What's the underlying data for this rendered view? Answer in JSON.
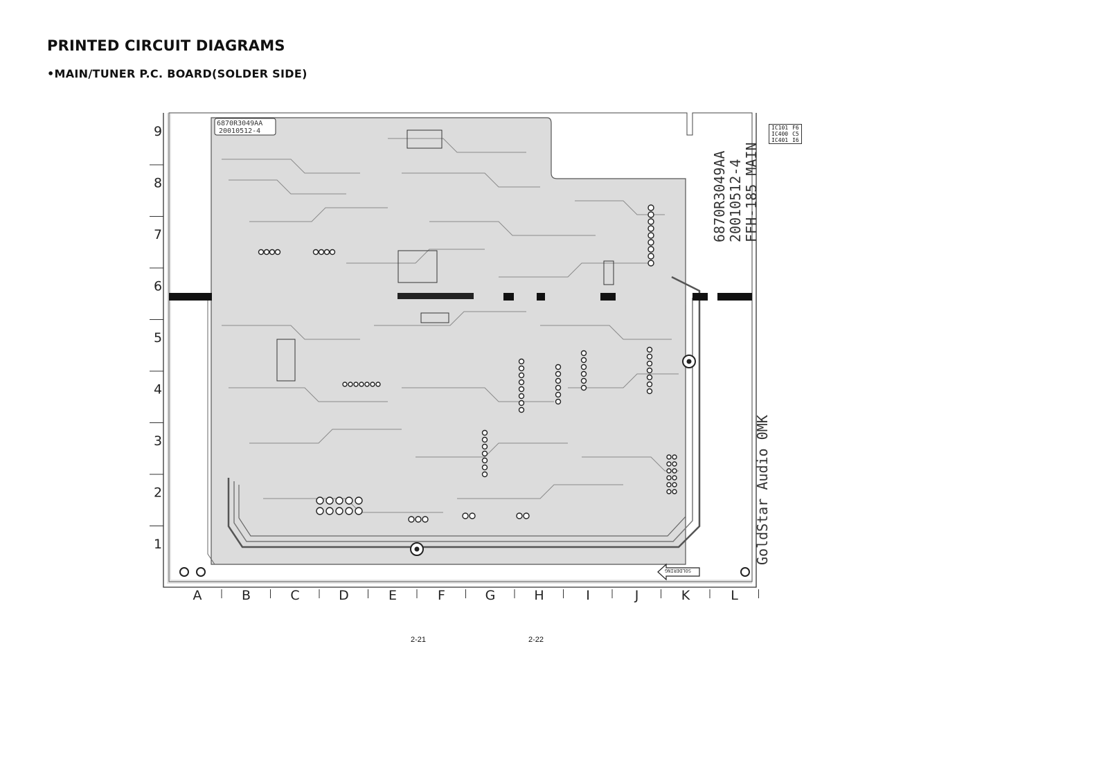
{
  "title": "PRINTED CIRCUIT DIAGRAMS",
  "subtitle": "•MAIN/TUNER P.C. BOARD(SOLDER SIDE)",
  "board_labels": {
    "part_no": "6870R3049AA",
    "date": "20010512-4",
    "model": "FFH-185 MAIN",
    "maker": "GoldStar Audio 0MK",
    "soldering": "SOLDERING"
  },
  "grid": {
    "rows": [
      "9",
      "8",
      "7",
      "6",
      "5",
      "4",
      "3",
      "2",
      "1"
    ],
    "cols": [
      "A",
      "B",
      "C",
      "D",
      "E",
      "F",
      "G",
      "H",
      "I",
      "J",
      "K",
      "L"
    ]
  },
  "ic_locations": [
    {
      "ic": "IC101",
      "pos": "F6"
    },
    {
      "ic": "IC400",
      "pos": "C5"
    },
    {
      "ic": "IC401",
      "pos": "I6"
    }
  ],
  "pages": {
    "left": "2-21",
    "right": "2-22"
  }
}
